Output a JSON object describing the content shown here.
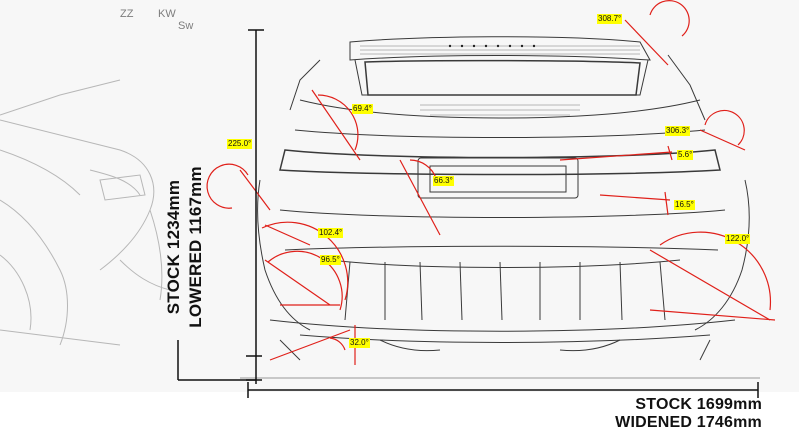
{
  "annotations": {
    "angles": [
      {
        "id": "angle-308-7",
        "label": "308.7°"
      },
      {
        "id": "angle-69-4",
        "label": "69.4°"
      },
      {
        "id": "angle-306-3",
        "label": "306.3°"
      },
      {
        "id": "angle-225-0",
        "label": "225.0°"
      },
      {
        "id": "angle-5-6",
        "label": "5.6°"
      },
      {
        "id": "angle-66-3",
        "label": "66.3°"
      },
      {
        "id": "angle-16-5",
        "label": "16.5°"
      },
      {
        "id": "angle-102-4",
        "label": "102.4°"
      },
      {
        "id": "angle-122-0",
        "label": "122.0°"
      },
      {
        "id": "angle-96-5",
        "label": "96.5°"
      },
      {
        "id": "angle-32-0",
        "label": "32.0°"
      }
    ]
  },
  "height_dimension": {
    "stock": "STOCK 1234mm",
    "lowered": "LOWERED 1167mm"
  },
  "width_dimension": {
    "stock": "STOCK 1699mm",
    "widened": "WIDENED 1746mm"
  },
  "sketch_notes": {
    "note_1": "ZZ",
    "note_2": "KW",
    "note_3": "Sw"
  },
  "colors": {
    "annotation_line": "#e0201a",
    "label_background": "#ffff00",
    "sketch_line": "#3a3a3a",
    "paper_background": "#f6f6f6",
    "dimension_line": "#111111"
  }
}
